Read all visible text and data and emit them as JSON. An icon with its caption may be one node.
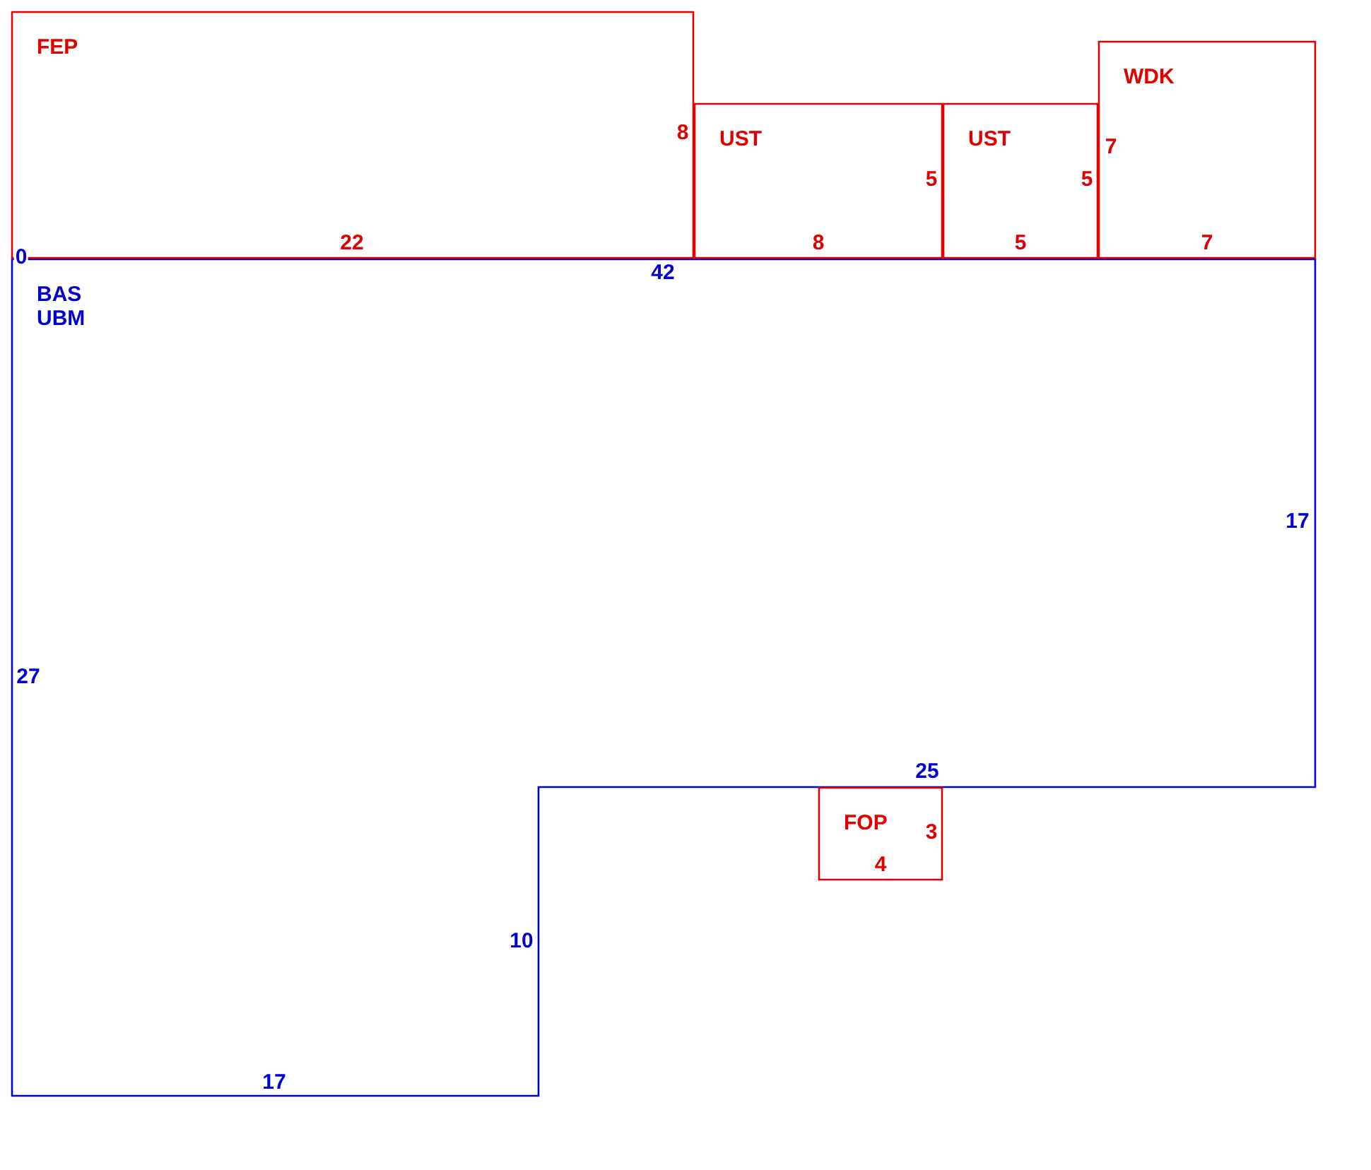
{
  "diagram": {
    "nodes": [
      {
        "text": [
          "FEP"
        ]
      },
      {
        "text": [
          "UST"
        ]
      },
      {
        "text": [
          "UST"
        ]
      },
      {
        "text": [
          "WDK"
        ]
      },
      {
        "text": [
          "BAS",
          "UBM"
        ]
      },
      {
        "text": [
          "FOP"
        ]
      }
    ],
    "edges": [],
    "labels": [
      "8",
      "7",
      "5",
      "5",
      "0",
      "22",
      "8",
      "5",
      "7",
      "42",
      "17",
      "27",
      "25",
      "3",
      "4",
      "10",
      "17"
    ]
  }
}
